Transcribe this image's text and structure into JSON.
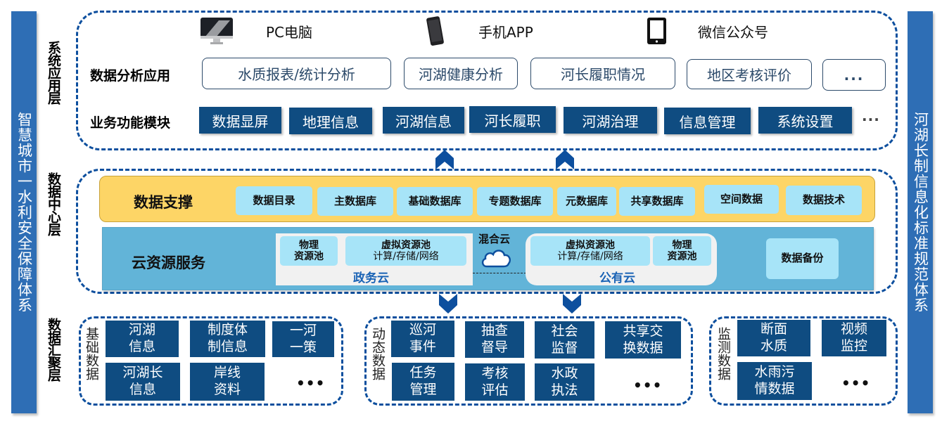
{
  "left_bar": {
    "label": "智慧城市一水利安全保障体系"
  },
  "right_bar": {
    "label": "河湖长制信息化标准规范体系"
  },
  "layers": {
    "application": {
      "label": "系统应用层",
      "devices": [
        {
          "icon": "monitor-icon",
          "label": "PC电脑"
        },
        {
          "icon": "smartphone-icon",
          "label": "手机APP"
        },
        {
          "icon": "tablet-icon",
          "label": "微信公众号"
        }
      ],
      "analysis_row": {
        "label": "数据分析应用",
        "items": [
          "水质报表/统计分析",
          "河湖健康分析",
          "河长履职情况",
          "地区考核评价",
          "..."
        ]
      },
      "module_row": {
        "label": "业务功能模块",
        "items": [
          "数据显屏",
          "地理信息",
          "河湖信息",
          "河长履职",
          "河湖治理",
          "信息管理",
          "系统设置"
        ],
        "more": "···"
      }
    },
    "data_center": {
      "label": "数据中心层",
      "data_support": {
        "title": "数据支撑",
        "items": [
          "数据目录",
          "主数据库",
          "基础数据库",
          "专题数据库",
          "元数据库",
          "共享数据库",
          "空间数据",
          "数据技术"
        ]
      },
      "cloud_service": {
        "title": "云资源服务",
        "gov_cloud": {
          "name": "政务云",
          "physical_pool": "物理\n资源池",
          "virtual_pool_title": "虚拟资源池",
          "virtual_pool_sub": "计算/存储/网络"
        },
        "hybrid_cloud": {
          "label": "混合云",
          "icon": "cloud-icon"
        },
        "public_cloud": {
          "name": "公有云",
          "physical_pool": "物理\n资源池",
          "virtual_pool_title": "虚拟资源池",
          "virtual_pool_sub": "计算/存储/网络"
        },
        "backup": "数据备份"
      }
    },
    "aggregation": {
      "label": "数据汇聚层",
      "groups": [
        {
          "label": "基础数据",
          "items": [
            "河湖\n信息",
            "制度体\n制信息",
            "一河\n一策",
            "河湖长\n信息",
            "岸线\n资料"
          ],
          "more": "•••"
        },
        {
          "label": "动态数据",
          "items": [
            "巡河\n事件",
            "抽查\n督导",
            "社会\n监督",
            "共享交\n换数据",
            "任务\n管理",
            "考核\n评估",
            "水政\n执法"
          ],
          "more": "•••"
        },
        {
          "label": "监测数据",
          "items": [
            "断面\n水质",
            "视频\n监控",
            "水雨污\n情数据"
          ],
          "more": "•••"
        }
      ]
    }
  },
  "colors": {
    "primary_dark": "#0f4c81",
    "side_bar": "#2e6eb5",
    "dash": "#0d4f9e",
    "yellow": "#fdd566",
    "cloud_band": "#62b4d8",
    "chip": "#a7e4f8",
    "cloud_name": "#1a63b5"
  }
}
